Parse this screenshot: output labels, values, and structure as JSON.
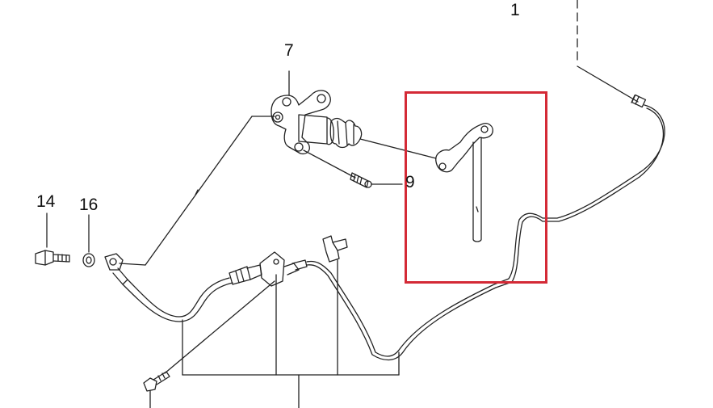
{
  "callouts": {
    "part_1": "1",
    "part_7": "7",
    "part_9": "9",
    "part_14": "14",
    "part_16": "16"
  },
  "colors": {
    "line": "#222222",
    "highlight": "#d42a36",
    "background": "#ffffff"
  }
}
